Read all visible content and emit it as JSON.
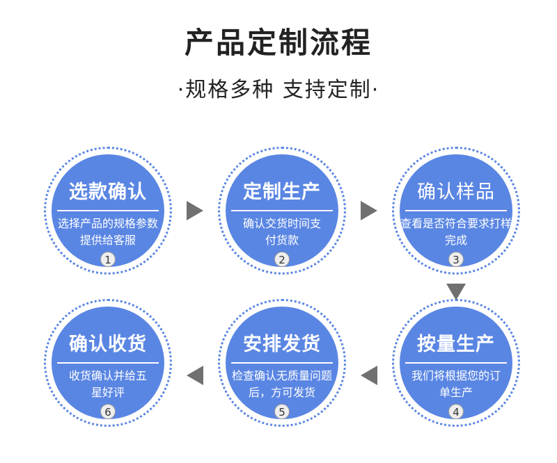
{
  "title": "产品定制流程",
  "subtitle": "·规格多种 支持定制·",
  "steps": [
    {
      "title": "选款确认",
      "desc": "选择产品的规格参数提供给客服",
      "num": "1"
    },
    {
      "title": "定制生产",
      "desc": "确认交货时间支付货款",
      "num": "2"
    },
    {
      "title": "确认样品",
      "desc": "查看是否符合要求打样完成",
      "num": "3"
    },
    {
      "title": "按量生产",
      "desc": "我们将根据您的订单生产",
      "num": "4"
    },
    {
      "title": "安排发货",
      "desc": "检查确认无质量问题后，方可发货",
      "num": "5"
    },
    {
      "title": "确认收货",
      "desc": "收货确认并给五星好评",
      "num": "6"
    }
  ]
}
